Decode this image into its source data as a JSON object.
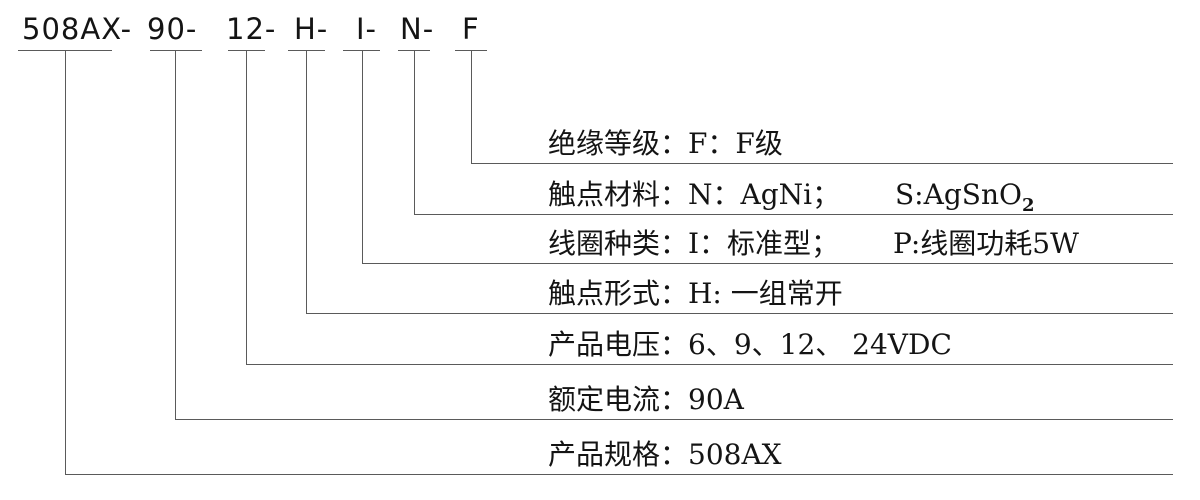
{
  "model": {
    "full": "508AX-90-12-H-I-N-F",
    "segments": [
      "508AX-",
      "90-",
      "12-",
      "H-",
      "I-",
      "N-",
      "F"
    ]
  },
  "legend": {
    "rows": [
      {
        "code": "F",
        "meaning": "insulation-class",
        "text": "绝缘等级：F：F级"
      },
      {
        "code": "N",
        "meaning": "contact-material",
        "text": "触点材料：N：AgNi；",
        "text2": "S:AgSnO",
        "sub2": "2"
      },
      {
        "code": "I",
        "meaning": "coil-type",
        "text": "线圈种类：I：标准型；",
        "text2": "P:线圈功耗5W"
      },
      {
        "code": "H",
        "meaning": "contact-form",
        "text": "触点形式：H: 一组常开"
      },
      {
        "code": "12",
        "meaning": "product-voltage",
        "text": "产品电压：6、9、12、 24VDC"
      },
      {
        "code": "90",
        "meaning": "rated-current",
        "text": "额定电流：90A"
      },
      {
        "code": "508AX",
        "meaning": "product-spec",
        "text": "产品规格：508AX"
      }
    ]
  },
  "colors": {
    "line": "#5a5a5a",
    "text": "#141414",
    "background": "#ffffff"
  }
}
